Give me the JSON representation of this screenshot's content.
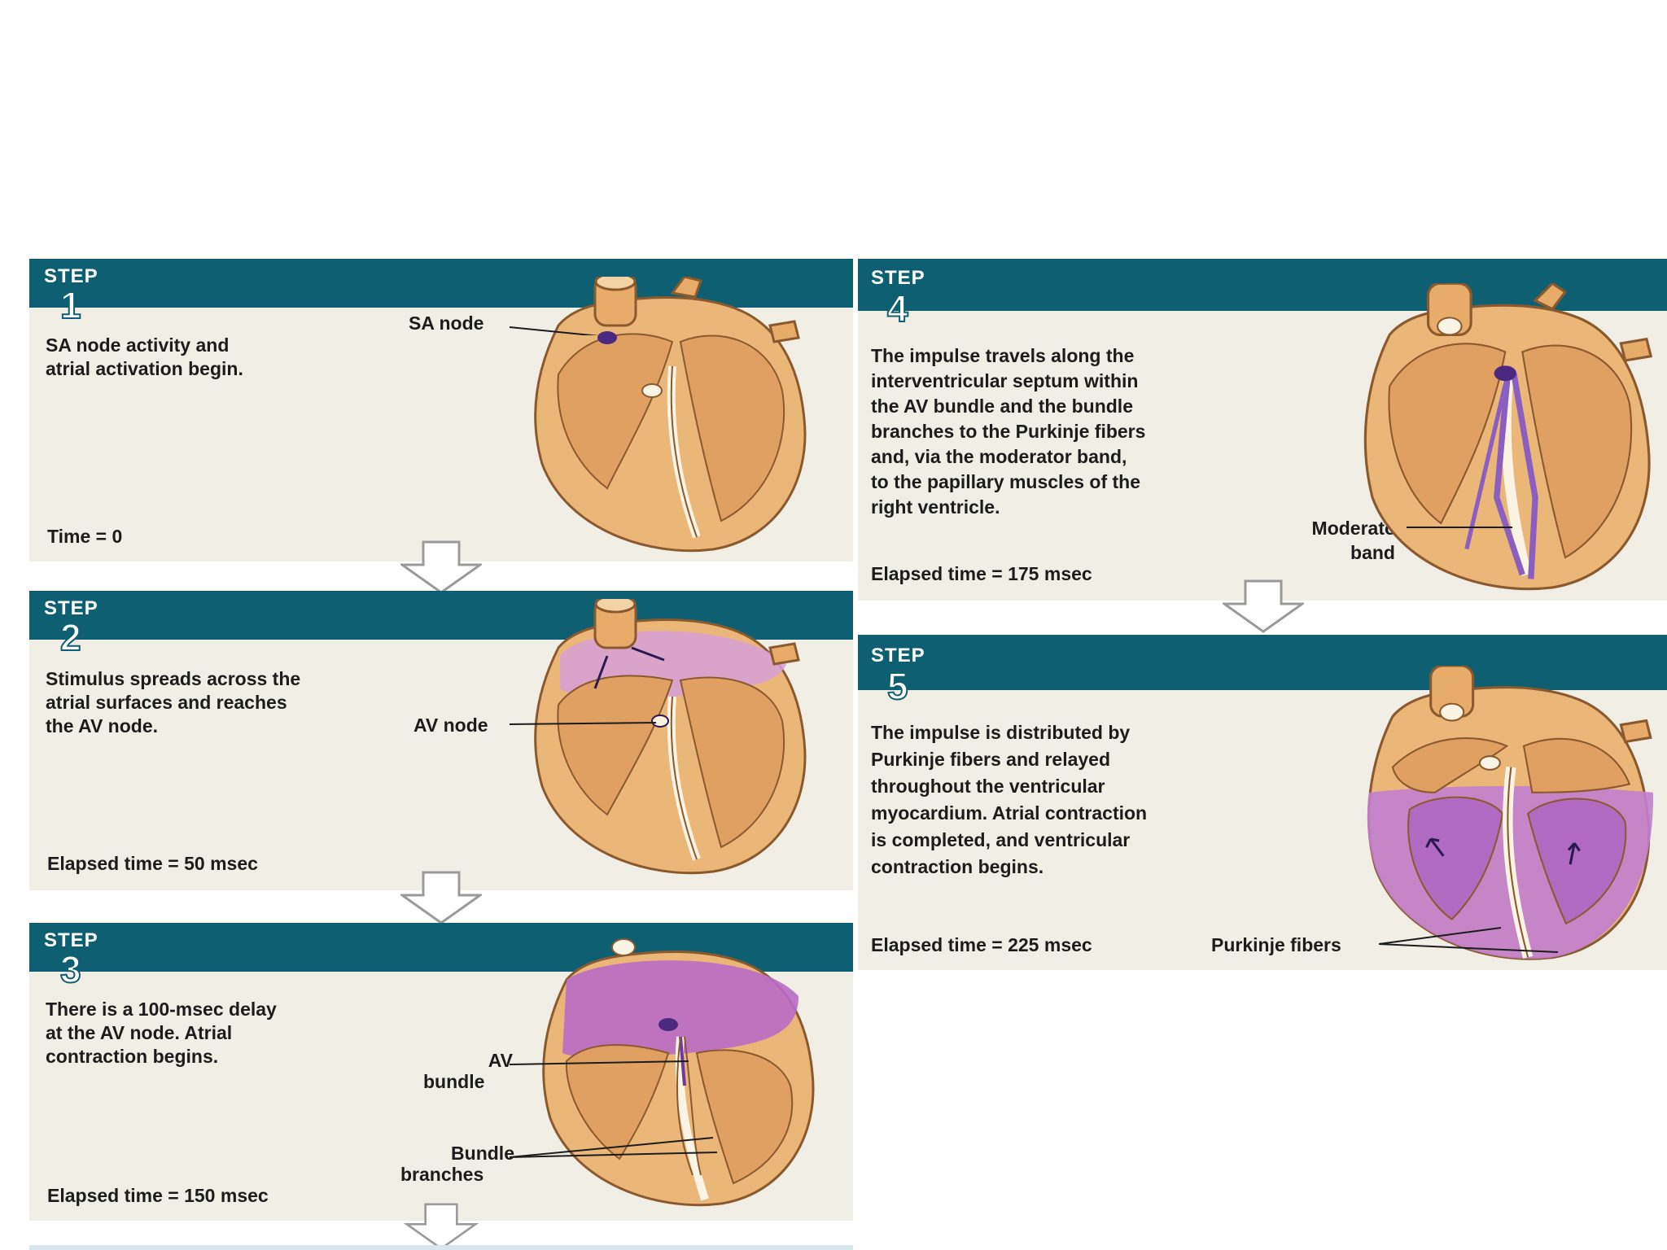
{
  "steps": [
    {
      "step_label": "STEP",
      "number": "1",
      "lines": [
        "SA node activity and",
        "atrial activation begin."
      ],
      "time": "Time = 0",
      "labels": [
        "SA node"
      ]
    },
    {
      "step_label": "STEP",
      "number": "2",
      "lines": [
        "Stimulus spreads across the",
        "atrial surfaces and reaches",
        "the AV node."
      ],
      "time": "Elapsed time = 50 msec",
      "labels": [
        "AV node"
      ]
    },
    {
      "step_label": "STEP",
      "number": "3",
      "lines": [
        "There is a 100-msec delay",
        "at the AV node. Atrial",
        "contraction begins."
      ],
      "time": "Elapsed time = 150 msec",
      "labels": [
        "AV",
        "bundle",
        "Bundle",
        "branches"
      ]
    },
    {
      "step_label": "STEP",
      "number": "4",
      "lines": [
        "The impulse travels along the",
        "interventricular septum within",
        "the AV bundle and the bundle",
        "branches to the Purkinje fibers",
        "and, via the moderator band,",
        "to the papillary muscles of the",
        "right ventricle."
      ],
      "time": "Elapsed time = 175 msec",
      "labels": [
        "Moderator",
        "band"
      ]
    },
    {
      "step_label": "STEP",
      "number": "5",
      "lines": [
        "The impulse is distributed by",
        "Purkinje fibers and relayed",
        "throughout the ventricular",
        "myocardium. Atrial contraction",
        "is completed, and ventricular",
        "contraction begins."
      ],
      "time": "Elapsed time = 225 msec",
      "labels": [
        "Purkinje fibers"
      ]
    }
  ],
  "colors": {
    "header": "#0f5f73",
    "panel": "#f1eee6",
    "heart_fill": "#eab779",
    "heart_shade": "#d9975a",
    "heart_outline": "#8a5a2e",
    "activation": "#b96bc7",
    "node": "#4a2a80"
  },
  "icons": [
    "heart-diagram-icon",
    "down-arrow-icon"
  ]
}
